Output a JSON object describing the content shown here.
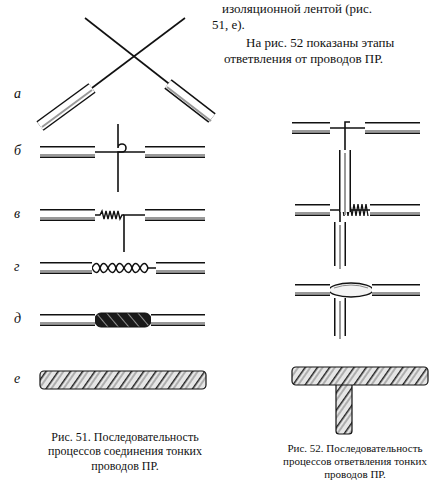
{
  "diagram": {
    "labels": [
      "изоляционной лентой (рис.",
      "51, е).",
      "На рис. 52 показаны этапы",
      "ответвления от проводов ПР.",
      "а",
      "б",
      "в",
      "г",
      "д",
      "е",
      "Рис. 51. Последовательность процессов соединения тонких проводов ПР.",
      "Рис. 52. Последовательность процессов ответвления тонких проводов ПР."
    ]
  }
}
